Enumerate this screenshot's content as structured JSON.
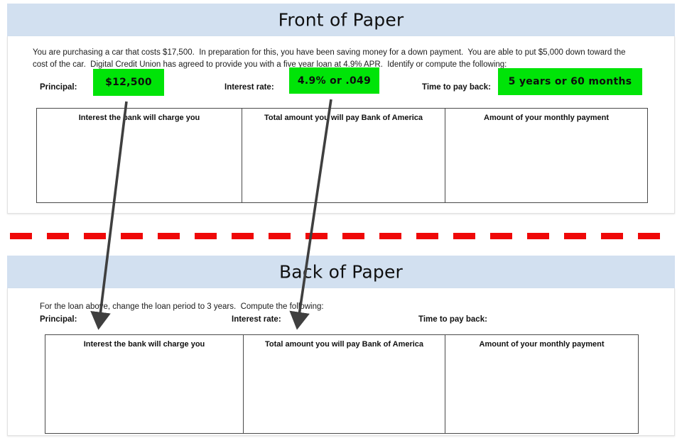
{
  "front": {
    "title": "Front of Paper",
    "prompt": "You are purchasing a car that costs $17,500.  In preparation for this, you have been saving money for a down payment.  You are able to put $5,000 down toward the cost of the car.  Digital Credit Union has agreed to provide you with a five year loan at 4.9% APR.  Identify or compute the following:",
    "labels": {
      "principal": "Principal:",
      "interest_rate": "Interest rate:",
      "time_to_pay_back": "Time to pay back:"
    },
    "answers": {
      "principal": "$12,500",
      "interest_rate": "4.9% or .049",
      "time_to_pay_back": "5 years or 60 months"
    },
    "table_headers": [
      "Interest the bank will charge you",
      "Total amount you will pay Bank of America",
      "Amount of your monthly payment"
    ],
    "table_cells": [
      "",
      "",
      ""
    ]
  },
  "back": {
    "title": "Back of Paper",
    "prompt": "For the loan above, change the loan period to 3 years.  Compute the following:",
    "labels": {
      "principal": "Principal:",
      "interest_rate": "Interest rate:",
      "time_to_pay_back": "Time to pay back:"
    },
    "answers": {
      "principal": "",
      "interest_rate": "",
      "time_to_pay_back": ""
    },
    "table_headers": [
      "Interest the bank will charge you",
      "Total amount you will pay Bank of America",
      "Amount of your monthly payment"
    ],
    "table_cells": [
      "",
      "",
      ""
    ]
  },
  "annotations": {
    "cut_line_name": "red-dashed-cut-line",
    "arrow_one": "arrow-principal-to-back-principal",
    "arrow_two": "arrow-interest-rate-to-back-interest-rate"
  },
  "colors": {
    "highlight_green": "#00E408",
    "title_band_blue": "#D2E0F0",
    "cut_line_red": "#EF0808",
    "arrow_gray": "#3F3F3F"
  }
}
